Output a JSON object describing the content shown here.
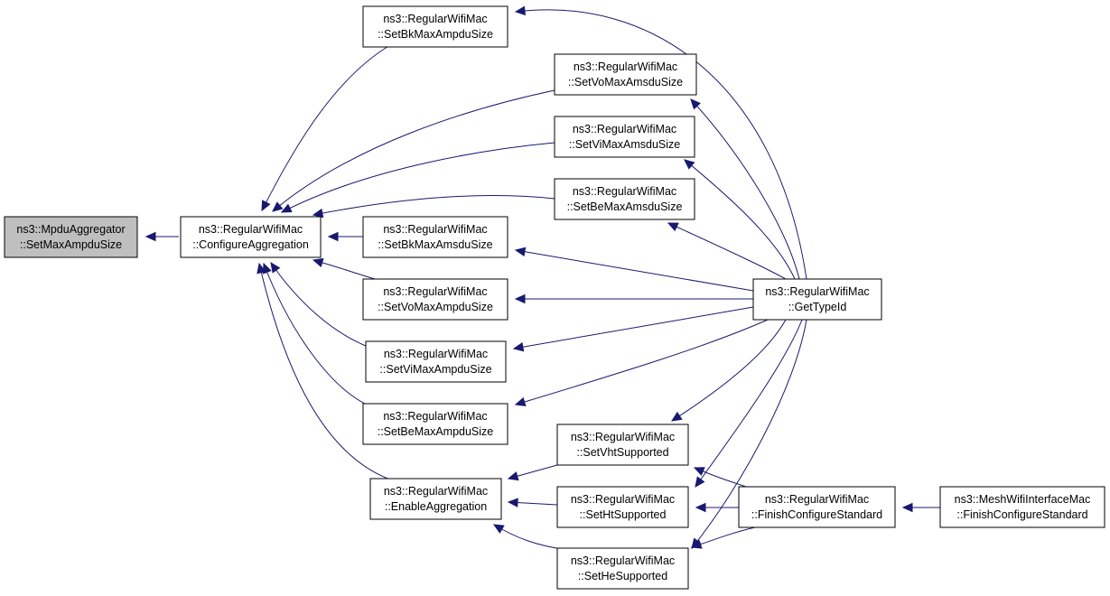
{
  "nodes": {
    "mpdu_setmax": {
      "line1": "ns3::MpduAggregator",
      "line2": "::SetMaxAmpduSize"
    },
    "configure_aggregation": {
      "line1": "ns3::RegularWifiMac",
      "line2": "::ConfigureAggregation"
    },
    "set_bk_max_ampdu": {
      "line1": "ns3::RegularWifiMac",
      "line2": "::SetBkMaxAmpduSize"
    },
    "set_vo_max_amsdu": {
      "line1": "ns3::RegularWifiMac",
      "line2": "::SetVoMaxAmsduSize"
    },
    "set_vi_max_amsdu": {
      "line1": "ns3::RegularWifiMac",
      "line2": "::SetViMaxAmsduSize"
    },
    "set_be_max_amsdu": {
      "line1": "ns3::RegularWifiMac",
      "line2": "::SetBeMaxAmsduSize"
    },
    "set_bk_max_amsdu": {
      "line1": "ns3::RegularWifiMac",
      "line2": "::SetBkMaxAmsduSize"
    },
    "set_vo_max_ampdu": {
      "line1": "ns3::RegularWifiMac",
      "line2": "::SetVoMaxAmpduSize"
    },
    "set_vi_max_ampdu": {
      "line1": "ns3::RegularWifiMac",
      "line2": "::SetViMaxAmpduSize"
    },
    "set_be_max_ampdu": {
      "line1": "ns3::RegularWifiMac",
      "line2": "::SetBeMaxAmpduSize"
    },
    "enable_aggregation": {
      "line1": "ns3::RegularWifiMac",
      "line2": "::EnableAggregation"
    },
    "set_vht_supported": {
      "line1": "ns3::RegularWifiMac",
      "line2": "::SetVhtSupported"
    },
    "set_ht_supported": {
      "line1": "ns3::RegularWifiMac",
      "line2": "::SetHtSupported"
    },
    "set_he_supported": {
      "line1": "ns3::RegularWifiMac",
      "line2": "::SetHeSupported"
    },
    "get_type_id": {
      "line1": "ns3::RegularWifiMac",
      "line2": "::GetTypeId"
    },
    "finish_configure_standard": {
      "line1": "ns3::RegularWifiMac",
      "line2": "::FinishConfigureStandard"
    },
    "mesh_finish_configure_standard": {
      "line1": "ns3::MeshWifiInterfaceMac",
      "line2": "::FinishConfigureStandard"
    }
  },
  "colors": {
    "edge": "#191970",
    "root_fill": "#bfbfbf",
    "node_fill": "#ffffff",
    "border": "#000000"
  }
}
